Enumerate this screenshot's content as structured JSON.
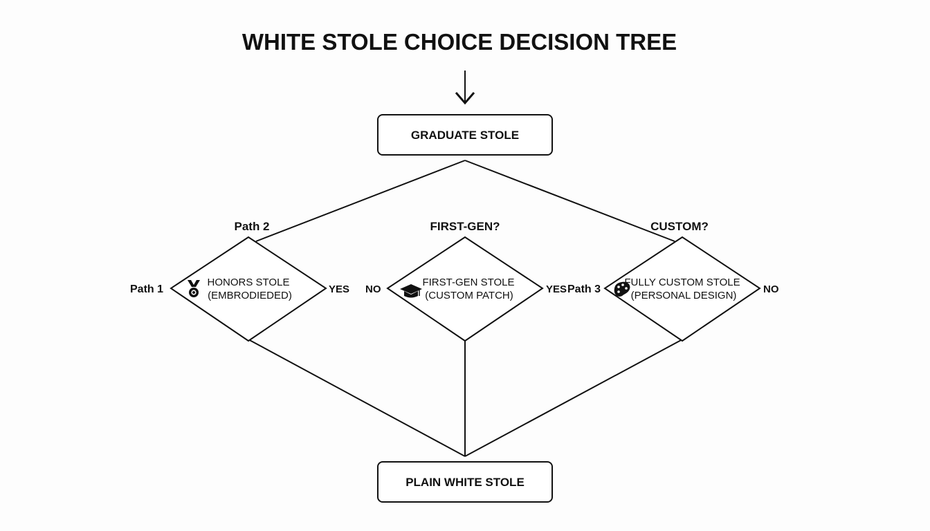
{
  "title": "WHITE STOLE CHOICE DECISION TREE",
  "start_node": "GRADUATE STOLE",
  "end_node": "PLAIN WHITE STOLE",
  "questions": {
    "left": "Path 2",
    "middle": "FIRST-GEN?",
    "right": "CUSTOM?"
  },
  "decisions": {
    "honors": {
      "line1": "HONORS STOLE",
      "line2": "(EMBRODIEDED)",
      "icon": "medal-icon"
    },
    "firstgen": {
      "line1": "FIRST-GEN STOLE",
      "line2": "(CUSTOM PATCH)",
      "icon": "graduation-cap-icon"
    },
    "custom": {
      "line1": "FULLY CUSTOM STOLE",
      "line2": "(PERSONAL DESIGN)",
      "icon": "palette-icon"
    }
  },
  "side_labels": {
    "path1": "Path 1",
    "honors_yes": "YES",
    "firstgen_no": "NO",
    "firstgen_yes": "YES",
    "path3": "Path 3",
    "custom_no": "NO"
  }
}
